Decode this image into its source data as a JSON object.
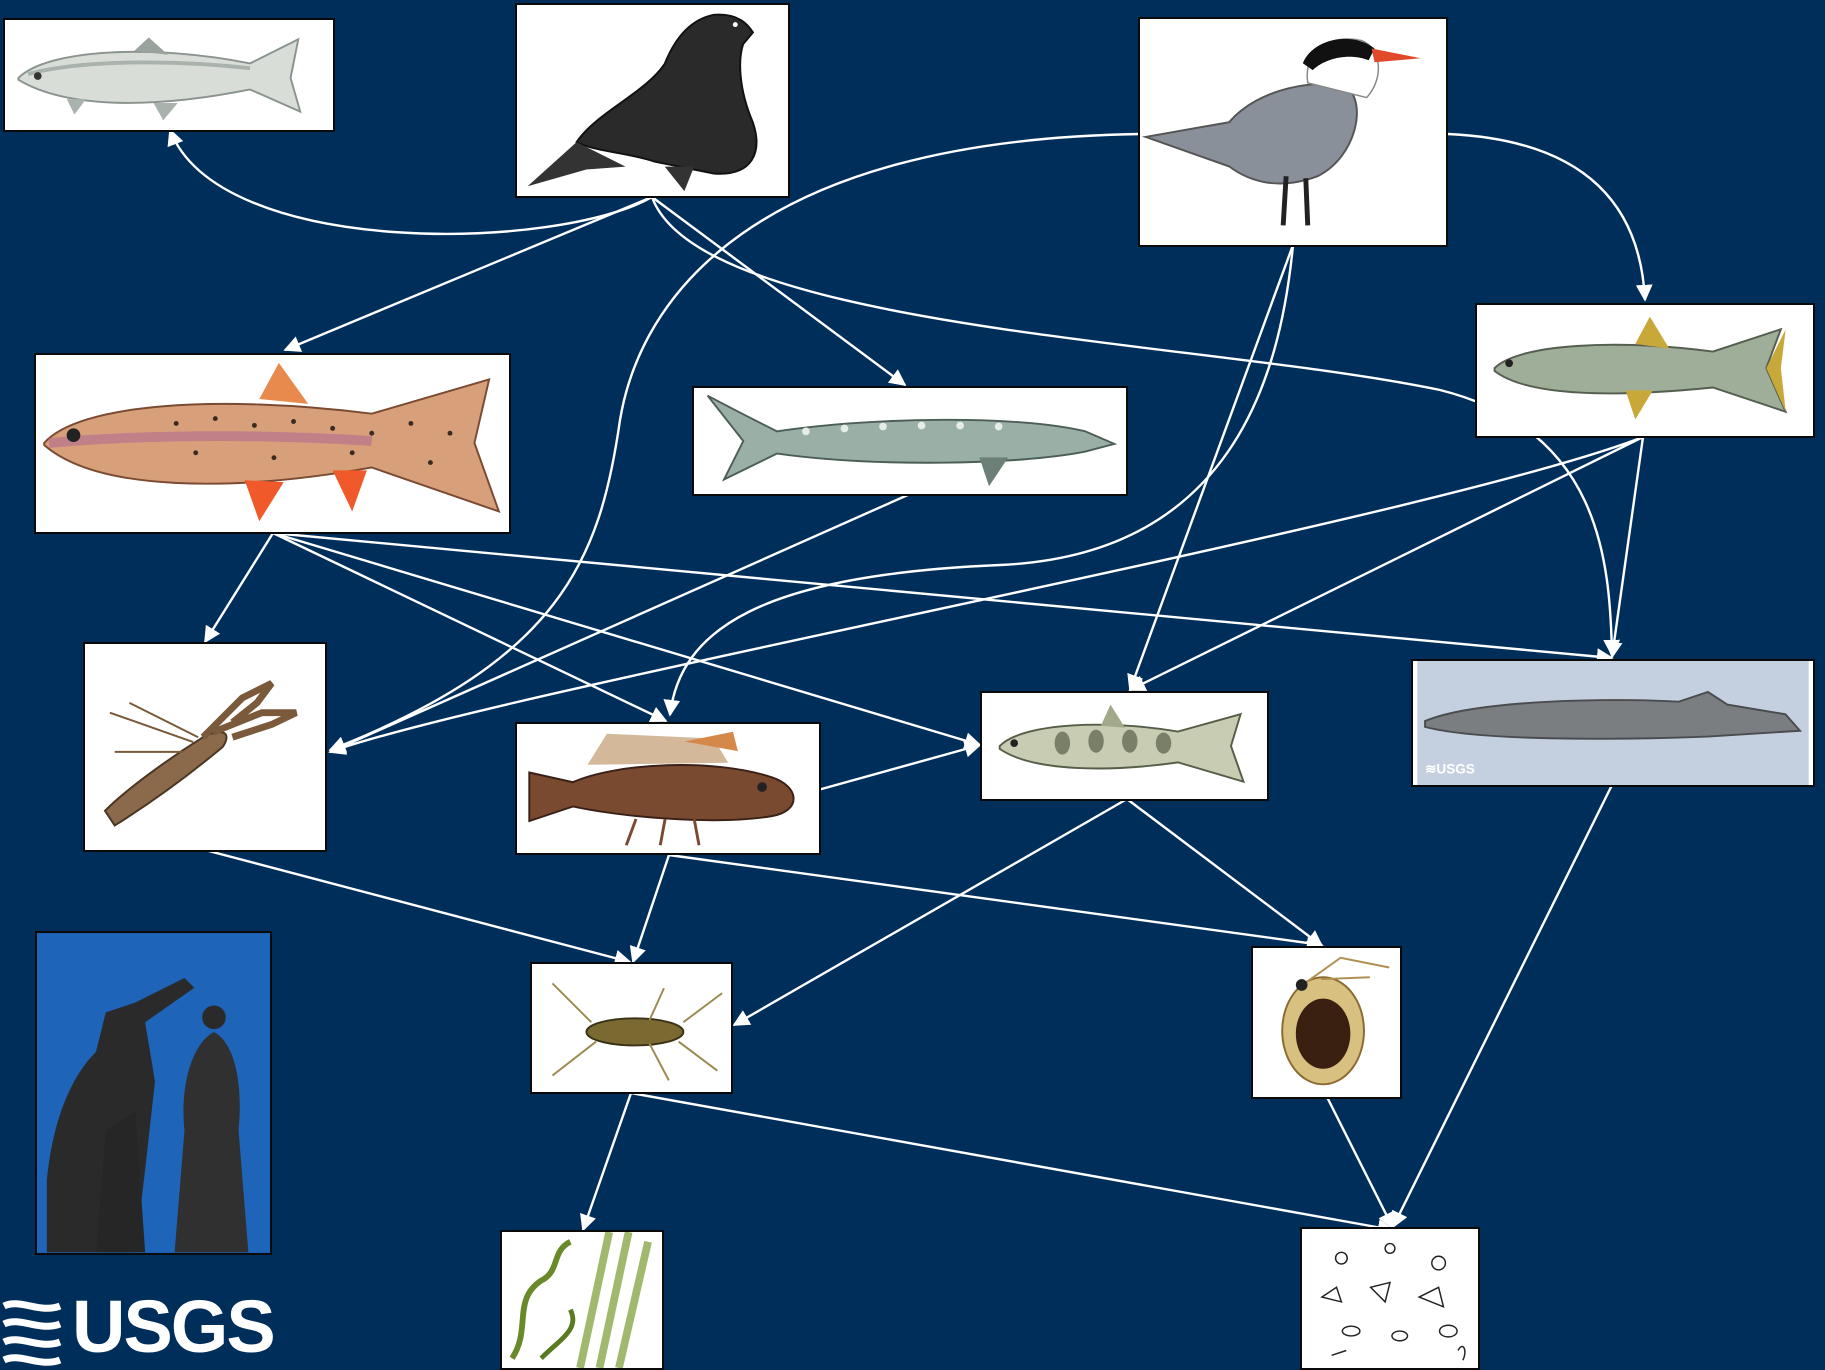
{
  "organisms": [
    {
      "id": "salmon",
      "icon": "salmon-icon"
    },
    {
      "id": "sea-lion",
      "icon": "sea-lion-icon"
    },
    {
      "id": "tern",
      "icon": "tern-icon"
    },
    {
      "id": "cutthroat-trout",
      "icon": "trout-icon"
    },
    {
      "id": "sturgeon",
      "icon": "sturgeon-icon"
    },
    {
      "id": "pikeminnow",
      "icon": "pikeminnow-icon"
    },
    {
      "id": "crayfish",
      "icon": "crayfish-icon"
    },
    {
      "id": "sculpin",
      "icon": "sculpin-icon"
    },
    {
      "id": "juvenile-salmon",
      "icon": "juvenile-fish-icon"
    },
    {
      "id": "lamprey",
      "icon": "lamprey-icon"
    },
    {
      "id": "stonefly-nymph",
      "icon": "stonefly-icon"
    },
    {
      "id": "daphnia",
      "icon": "daphnia-icon"
    },
    {
      "id": "algae",
      "icon": "algae-icon"
    },
    {
      "id": "zooplankton",
      "icon": "zooplankton-icon"
    },
    {
      "id": "statue",
      "icon": "statue-icon"
    }
  ],
  "edges": [
    {
      "from": "sea-lion",
      "to": "salmon"
    },
    {
      "from": "sea-lion",
      "to": "cutthroat-trout"
    },
    {
      "from": "sea-lion",
      "to": "sturgeon"
    },
    {
      "from": "sea-lion",
      "to": "lamprey"
    },
    {
      "from": "tern",
      "to": "crayfish"
    },
    {
      "from": "tern",
      "to": "pikeminnow"
    },
    {
      "from": "tern",
      "to": "juvenile-salmon"
    },
    {
      "from": "tern",
      "to": "sculpin"
    },
    {
      "from": "cutthroat-trout",
      "to": "crayfish"
    },
    {
      "from": "cutthroat-trout",
      "to": "sculpin"
    },
    {
      "from": "cutthroat-trout",
      "to": "juvenile-salmon"
    },
    {
      "from": "cutthroat-trout",
      "to": "lamprey"
    },
    {
      "from": "sturgeon",
      "to": "crayfish"
    },
    {
      "from": "pikeminnow",
      "to": "crayfish"
    },
    {
      "from": "pikeminnow",
      "to": "juvenile-salmon"
    },
    {
      "from": "pikeminnow",
      "to": "lamprey"
    },
    {
      "from": "sculpin",
      "to": "juvenile-salmon"
    },
    {
      "from": "sculpin",
      "to": "stonefly-nymph"
    },
    {
      "from": "sculpin",
      "to": "daphnia"
    },
    {
      "from": "crayfish",
      "to": "stonefly-nymph"
    },
    {
      "from": "juvenile-salmon",
      "to": "stonefly-nymph"
    },
    {
      "from": "juvenile-salmon",
      "to": "daphnia"
    },
    {
      "from": "lamprey",
      "to": "zooplankton"
    },
    {
      "from": "stonefly-nymph",
      "to": "algae"
    },
    {
      "from": "stonefly-nymph",
      "to": "zooplankton"
    },
    {
      "from": "daphnia",
      "to": "zooplankton"
    }
  ],
  "logo": {
    "text": "USGS",
    "color": "#ffffff"
  },
  "colors": {
    "background": "#002e5b",
    "arrow": "#ffffff",
    "card": "#ffffff"
  }
}
